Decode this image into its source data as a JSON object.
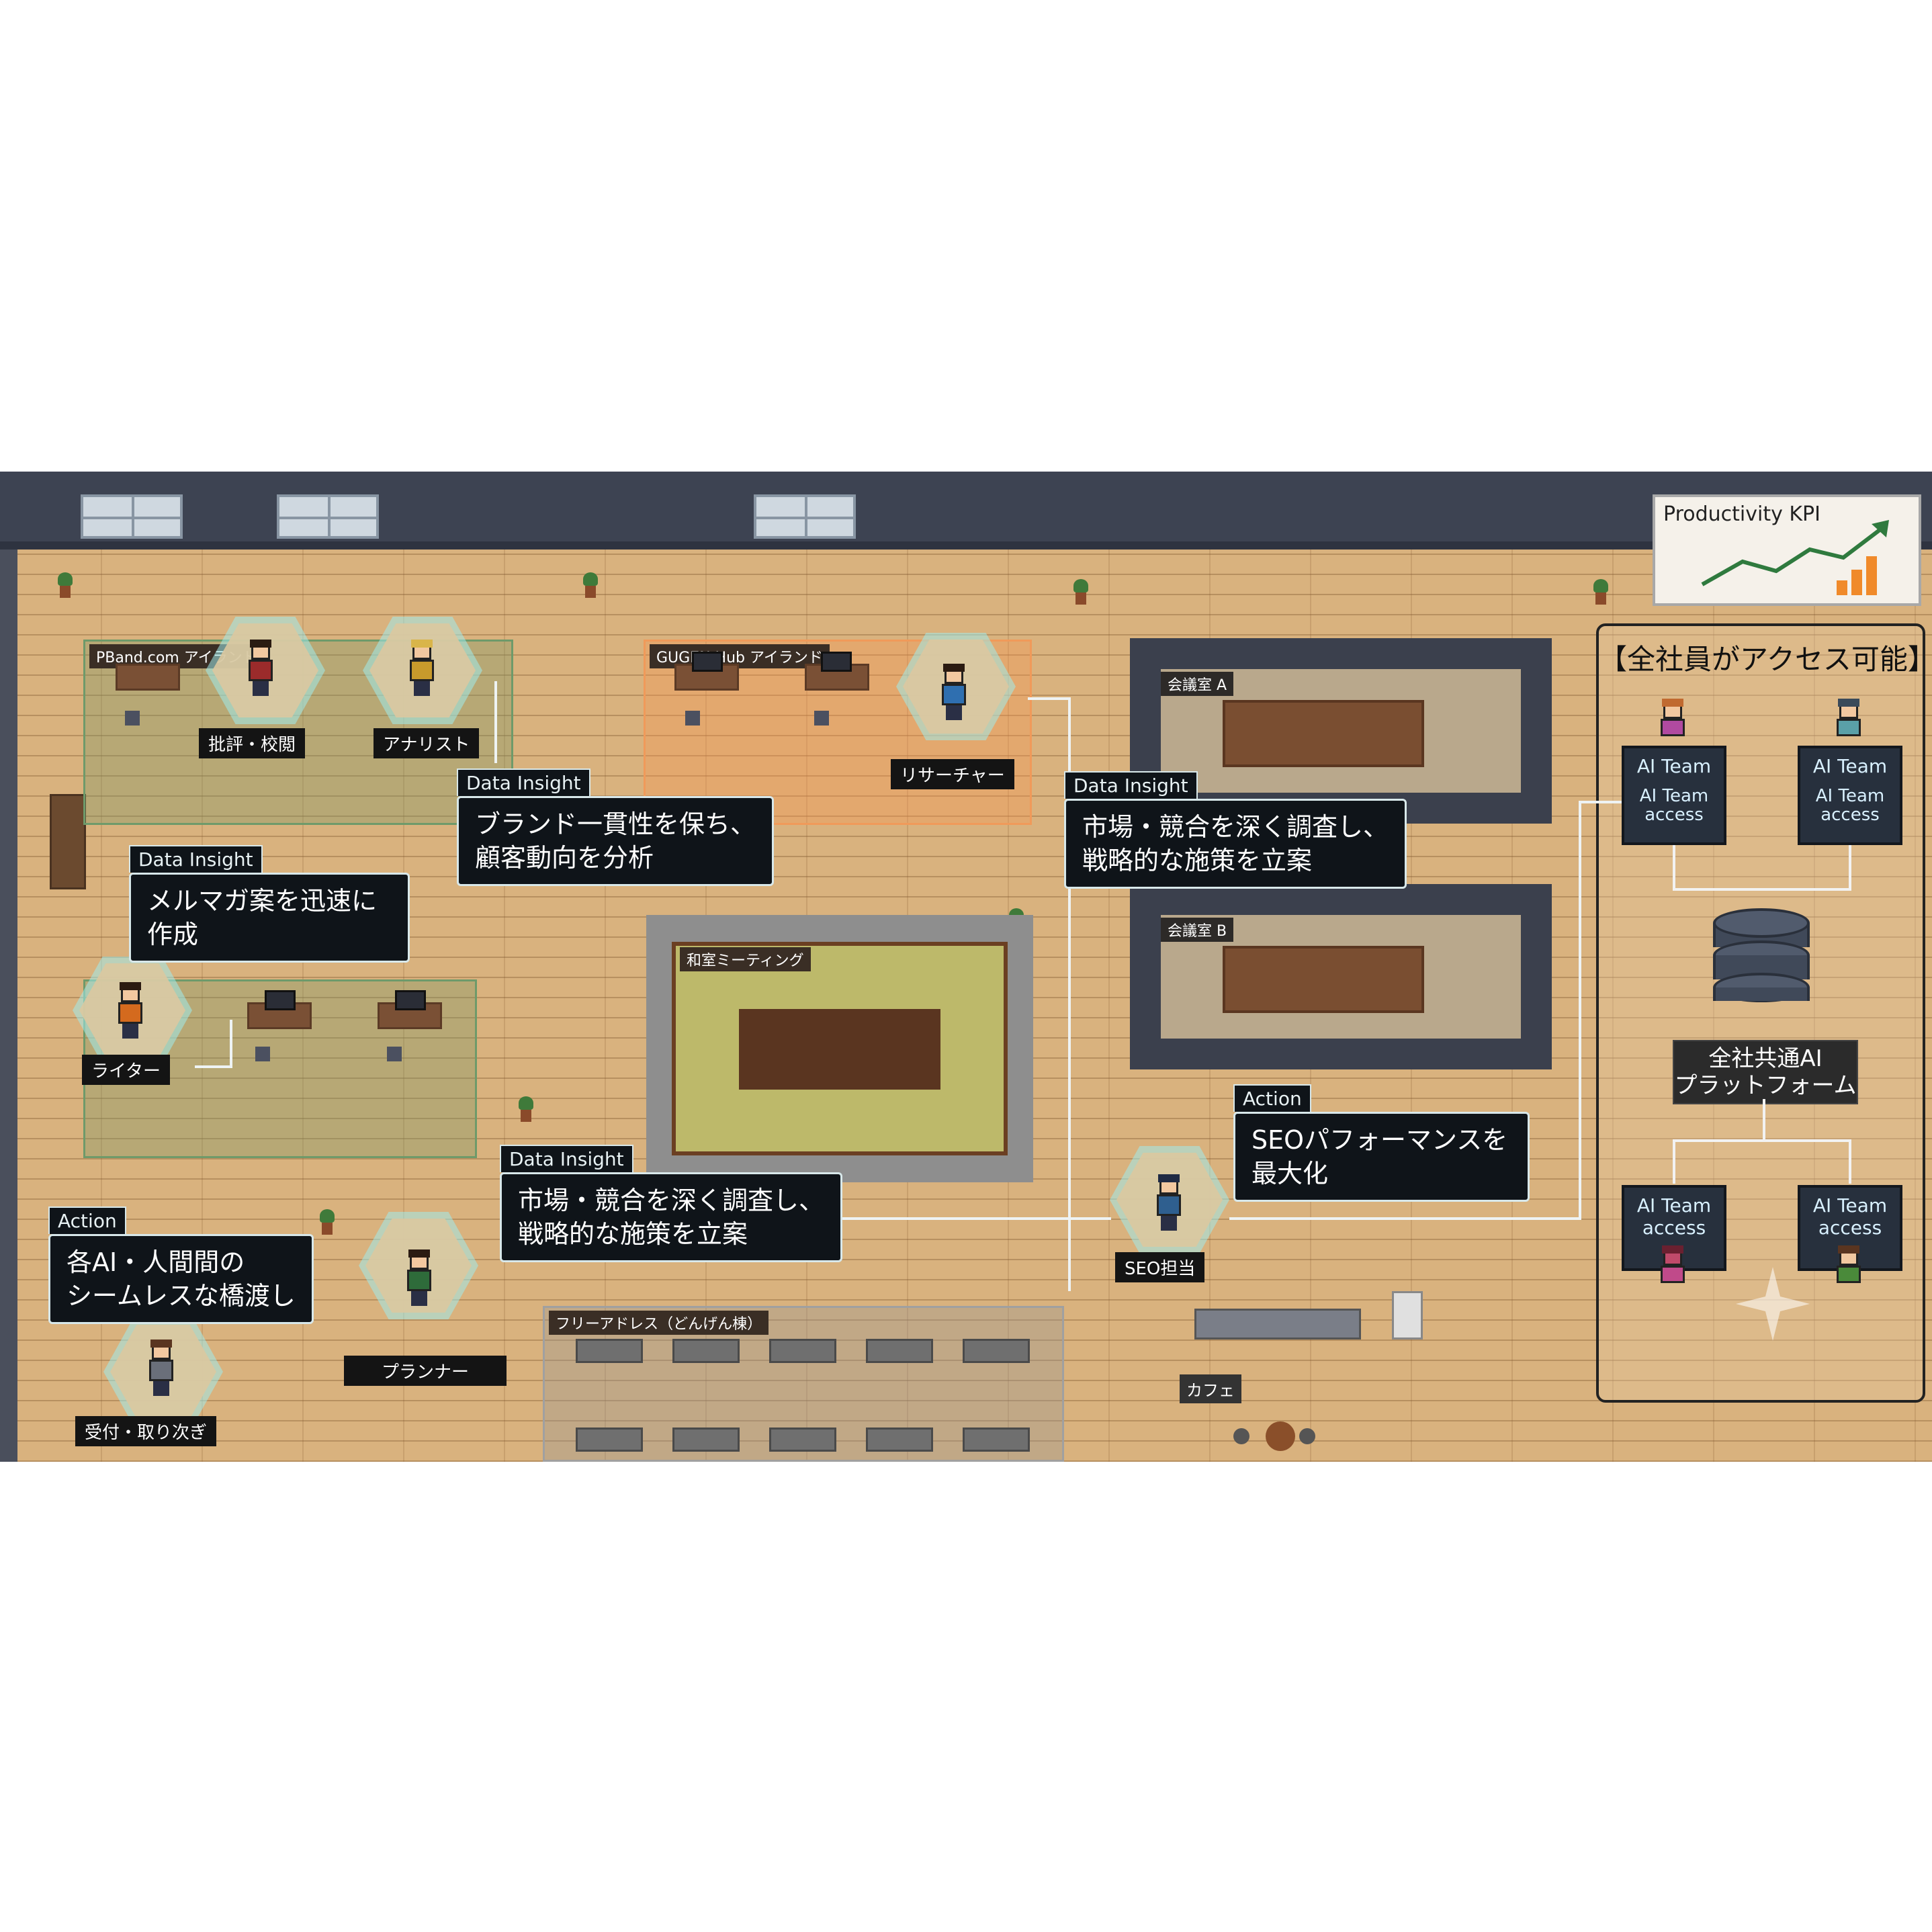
{
  "zones": {
    "pband": "PBand.com アイランド",
    "gugen": "GUGEN Hub アイランド",
    "washitsu": "和室ミーティング",
    "free_address": "フリーアドレス（どんげん棟）",
    "room_a": "会議室 A",
    "room_b": "会議室 B",
    "cafe": "カフェ"
  },
  "roles": {
    "critique": "批評・校閲",
    "analyst": "アナリスト",
    "researcher": "リサーチャー",
    "writer": "ライター",
    "planner": "プランナー",
    "seo": "SEO担当",
    "reception": "受付・取り次ぎ"
  },
  "callouts": {
    "brand": {
      "tag": "Data Insight",
      "text": [
        "ブランド一貫性を保ち、",
        "顧客動向を分析"
      ]
    },
    "research": {
      "tag": "Data Insight",
      "text": [
        "市場・競合を深く調査し、",
        "戦略的な施策を立案"
      ]
    },
    "writer": {
      "tag": "Data Insight",
      "text": [
        "メルマガ案を迅速に",
        "作成"
      ]
    },
    "planner": {
      "tag": "Data Insight",
      "text": [
        "市場・競合を深く調査し、",
        "戦略的な施策を立案"
      ]
    },
    "seo": {
      "tag": "Action",
      "text": [
        "SEOパフォーマンスを",
        "最大化"
      ]
    },
    "reception": {
      "tag": "Action",
      "text": [
        "各AI・人間間の",
        "シームレスな橋渡し"
      ]
    }
  },
  "kpi": {
    "title": "Productivity KPI"
  },
  "platform": {
    "title": "【全社員がアクセス可能】",
    "hub_label": [
      "全社共通AI",
      "プラットフォーム"
    ],
    "top_terminals": [
      {
        "line1": "AI Team",
        "line2": "AI Team",
        "line3": "access"
      },
      {
        "line1": "AI Team",
        "line2": "AI Team",
        "line3": "access"
      }
    ],
    "bottom_terminals": [
      {
        "line1": "AI Team",
        "line2": "access"
      },
      {
        "line1": "AI Team",
        "line2": "access"
      }
    ]
  },
  "colors": {
    "floor": "#d9b27e",
    "wall": "#3d4352",
    "zone_green": "#6e9a6a",
    "zone_orange": "#f09a5a",
    "hex_glow": "#a0ebeb",
    "callout_bg": "#0f1419",
    "kpi_line": "#2f7a3e",
    "kpi_bars": "#f08a2a"
  }
}
